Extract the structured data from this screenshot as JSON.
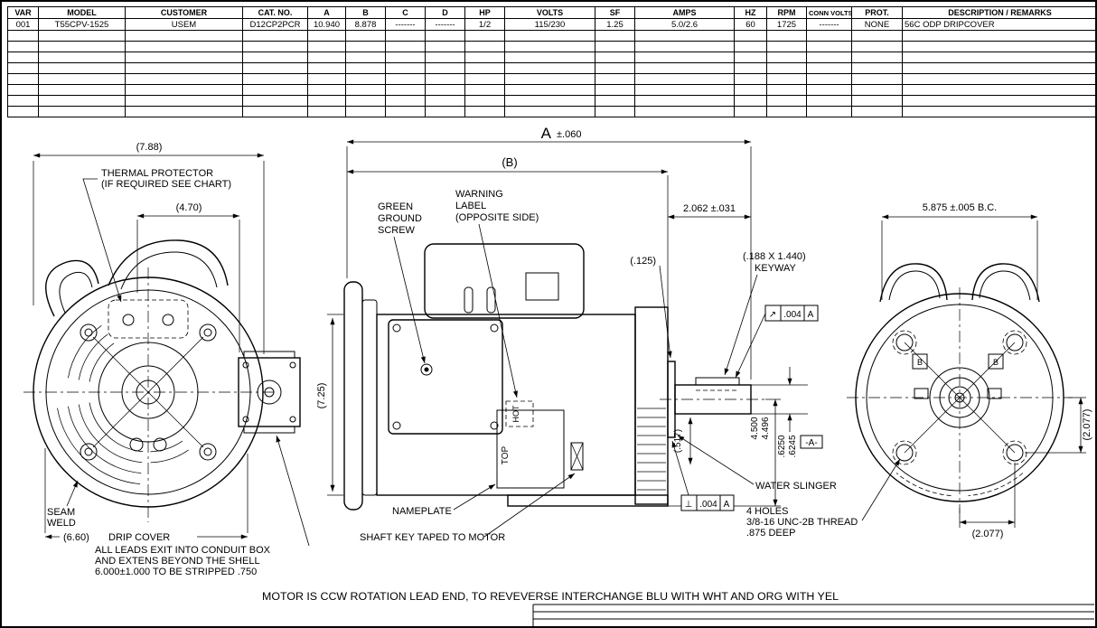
{
  "sheet": {
    "footer_note": "MOTOR IS CCW ROTATION LEAD END, TO REVEVERSE INTERCHANGE BLU WITH WHT AND ORG WITH YEL"
  },
  "table": {
    "headers": [
      "VAR",
      "MODEL",
      "CUSTOMER",
      "CAT. NO.",
      "A",
      "B",
      "C",
      "D",
      "HP",
      "VOLTS",
      "SF",
      "AMPS",
      "HZ",
      "RPM",
      "CONN VOLTS",
      "PROT.",
      "DESCRIPTION / REMARKS"
    ],
    "row": [
      "001",
      "T55CPV-1525",
      "USEM",
      "D12CP2PCR",
      "10.940",
      "8.878",
      "-------",
      "-------",
      "1/2",
      "115/230",
      "1.25",
      "5.0/2.6",
      "60",
      "1725",
      "-------",
      "NONE",
      "56C ODP DRIPCOVER"
    ],
    "empty_rows": 8
  },
  "front_view": {
    "dim_width": "(7.88)",
    "dim_inner": "(4.70)",
    "thermal_line1": "THERMAL PROTECTOR",
    "thermal_line2": "(IF REQUIRED SEE CHART)",
    "seam_line1": "SEAM",
    "seam_line2": "WELD",
    "dim_drip": "(6.60)",
    "drip_label": "DRIP COVER",
    "leads_line1": "ALL LEADS EXIT INTO CONDUIT BOX",
    "leads_line2": "AND EXTENS BEYOND THE SHELL",
    "leads_line3": "6.000±1.000 TO BE STRIPPED .750"
  },
  "side_view": {
    "dim_a_letter": "A",
    "dim_a_tol": "±.060",
    "dim_b": "(B)",
    "ground_line1": "GREEN",
    "ground_line2": "GROUND",
    "ground_line3": "SCREW",
    "warning_line1": "WARNING",
    "warning_line2": "LABEL",
    "warning_line3": "(OPPOSITE  SIDE)",
    "dim_height": "(7.25)",
    "dim_shaft_ext": "2.062 ±.031",
    "dim_slinger_gap": "(.125)",
    "keyway_line1": "(.188 X 1.440)",
    "keyway_line2": "KEYWAY",
    "runout_fcf": {
      "symbol": "↗",
      "value": ".004",
      "datum": "A"
    },
    "perp_fcf": {
      "symbol": "⊥",
      "value": ".004",
      "datum": "A"
    },
    "dim_shaft_root": "(.517)",
    "dim_center_height_max": "4.500",
    "dim_center_height_min": "4.496",
    "dim_shaft_dia_max": ".6250",
    "dim_shaft_dia_min": ".6245",
    "datum_flag": "-A-",
    "water_slinger": "WATER SLINGER",
    "nameplate": "NAMEPLATE",
    "shaft_key_note": "SHAFT KEY TAPED TO MOTOR",
    "top_marking": "TOP",
    "hot_marking": "HOT"
  },
  "rear_view": {
    "dim_bolt_circle": "5.875 ±.005 B.C.",
    "dim_hole_offset_v": "(2.077)",
    "dim_hole_offset_h": "(2.077)",
    "holes_line1": "4 HOLES",
    "holes_line2": "3/8-16 UNC-2B THREAD",
    "holes_line3": ".875 DEEP",
    "rev_flag": "B"
  }
}
